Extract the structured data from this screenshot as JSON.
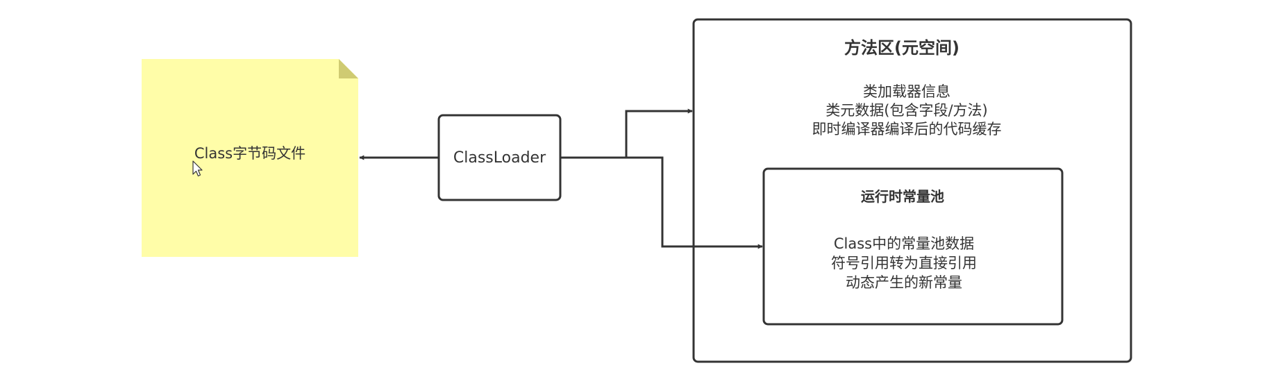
{
  "diagram": {
    "class_file": {
      "label": "Class字节码文件"
    },
    "classloader": {
      "label": "ClassLoader"
    },
    "method_area": {
      "title": "方法区(元空间)",
      "lines": [
        "类加载器信息",
        "类元数据(包含字段/方法)",
        "即时编译器编译后的代码缓存"
      ]
    },
    "constant_pool": {
      "title": "运行时常量池",
      "lines": [
        "Class中的常量池数据",
        "符号引用转为直接引用",
        "动态产生的新常量"
      ]
    }
  },
  "colors": {
    "note_fill": "#FFFDA8",
    "note_fold": "#CFCB72",
    "stroke": "#333333",
    "text": "#333333",
    "background": "#FFFFFF"
  },
  "icons": {
    "cursor": "mouse-pointer-icon"
  }
}
